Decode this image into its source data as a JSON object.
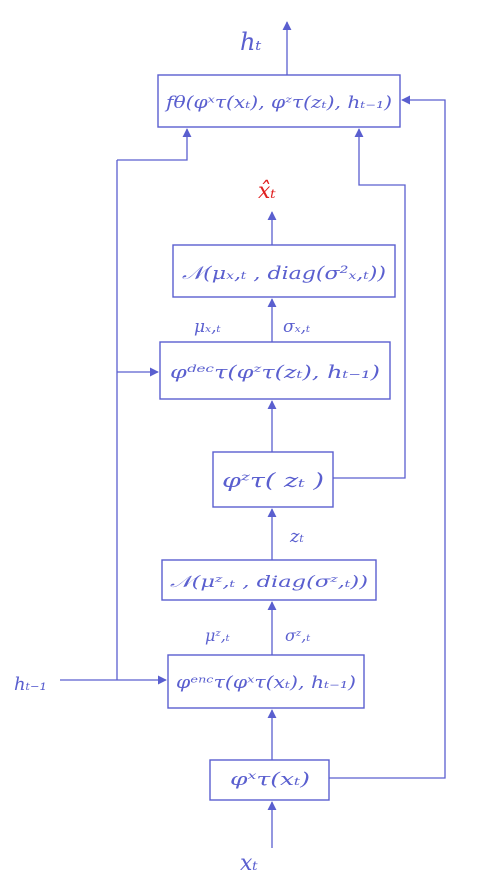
{
  "diagram": {
    "nodes": {
      "ht_output": "hₜ",
      "f_theta": "fθ(φˣτ(xₜ), φᶻτ(zₜ), hₜ₋₁)",
      "x_hat": "x̂ₜ",
      "normal_dec": "𝒩(μₓ,ₜ , diag(σ²ₓ,ₜ))",
      "phi_dec": "φᵈᵉᶜτ(φᶻτ(zₜ), hₜ₋₁)",
      "phi_z": "φᶻτ( zₜ )",
      "normal_enc": "𝒩(μᶻ,ₜ , diag(σᶻ,ₜ))",
      "phi_enc": "φᵉⁿᶜτ(φˣτ(xₜ), hₜ₋₁)",
      "phi_x": "φˣτ(xₜ)",
      "xt_input": "xₜ",
      "ht_minus_1": "hₜ₋₁"
    },
    "edge_labels": {
      "mu_dec": "μₓ,ₜ",
      "sigma_dec": "σₓ,ₜ",
      "zt": "zₜ",
      "mu_enc": "μᶻ,ₜ",
      "sigma_enc": "σᶻ,ₜ"
    },
    "colors": {
      "ink": "#5a5fcf",
      "highlight": "#e02020"
    }
  }
}
